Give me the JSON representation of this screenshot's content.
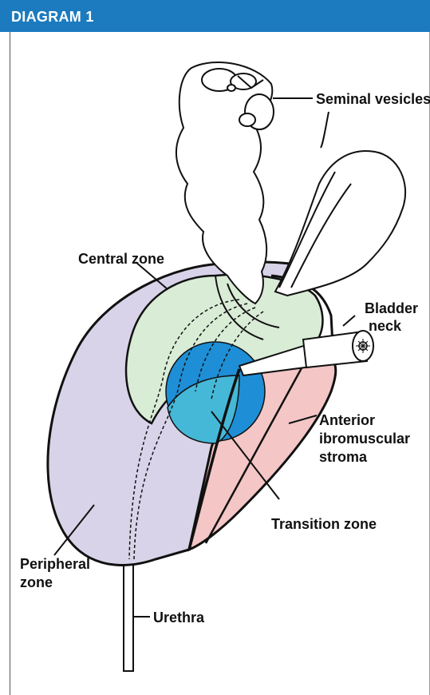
{
  "header": {
    "title": "DIAGRAM 1"
  },
  "labels": {
    "seminal_vesicles": "Seminal vesicles",
    "central_zone": "Central zone",
    "bladder_neck_1": "Bladder",
    "bladder_neck_2": "neck",
    "anterior_1": "Anterior",
    "anterior_2": "ibromuscular",
    "anterior_3": "stroma",
    "transition_zone": "Transition zone",
    "peripheral_1": "Peripheral",
    "peripheral_2": "zone",
    "urethra": "Urethra"
  },
  "colors": {
    "header": "#1c7bbf",
    "peripheral_zone": "#d8d3e8",
    "central_zone": "#d9ecd6",
    "transition_zone_outer": "#1e8fd6",
    "transition_zone_inner": "#45b8d8",
    "fibromuscular_stroma": "#f4c6c6"
  }
}
